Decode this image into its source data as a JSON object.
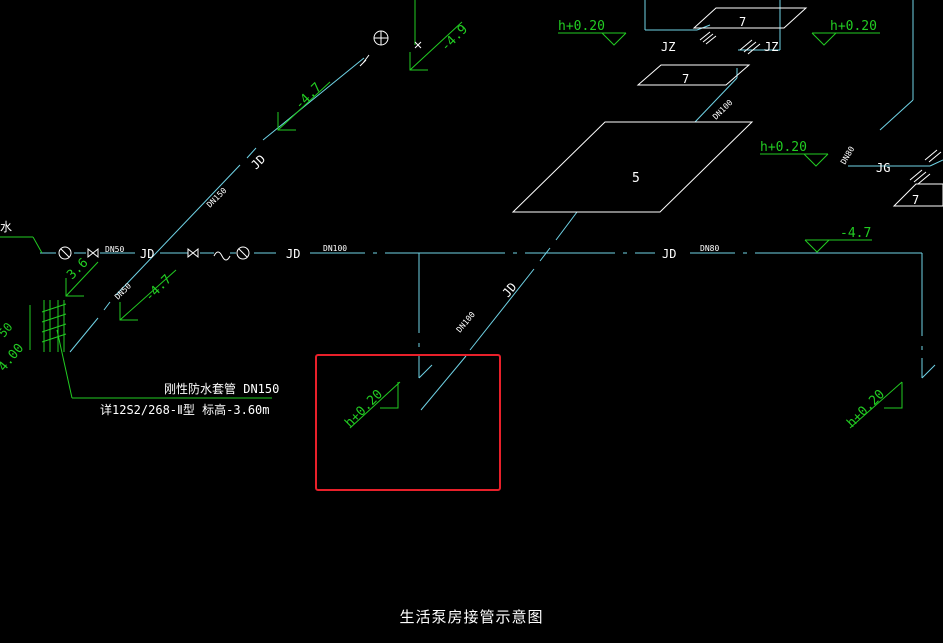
{
  "drawing": {
    "title": "生活泵房接管示意图",
    "elev": {
      "h020": "h+0.20",
      "m47": "-4.7",
      "m49": "-4.9",
      "p36": "3.6",
      "m400": "4.00"
    },
    "pipe": {
      "jd": "JD",
      "jz": "JZ",
      "jg": "JG",
      "dn50": "DN50",
      "dn80": "DN80",
      "dn100": "DN100",
      "dn150": "DN150"
    },
    "equip": {
      "five": "5",
      "seven": "7"
    },
    "note": {
      "line1": "刚性防水套管 DN150",
      "line2": "详12S2/268-Ⅱ型 标高-3.60m"
    },
    "fragments": {
      "shui": "水",
      "n50": "50"
    },
    "colors": {
      "background": "#000000",
      "pipe": "#6fd3e6",
      "annotation": "#22cc22",
      "equipment": "#ffffff",
      "highlight": "#e8202a"
    }
  }
}
